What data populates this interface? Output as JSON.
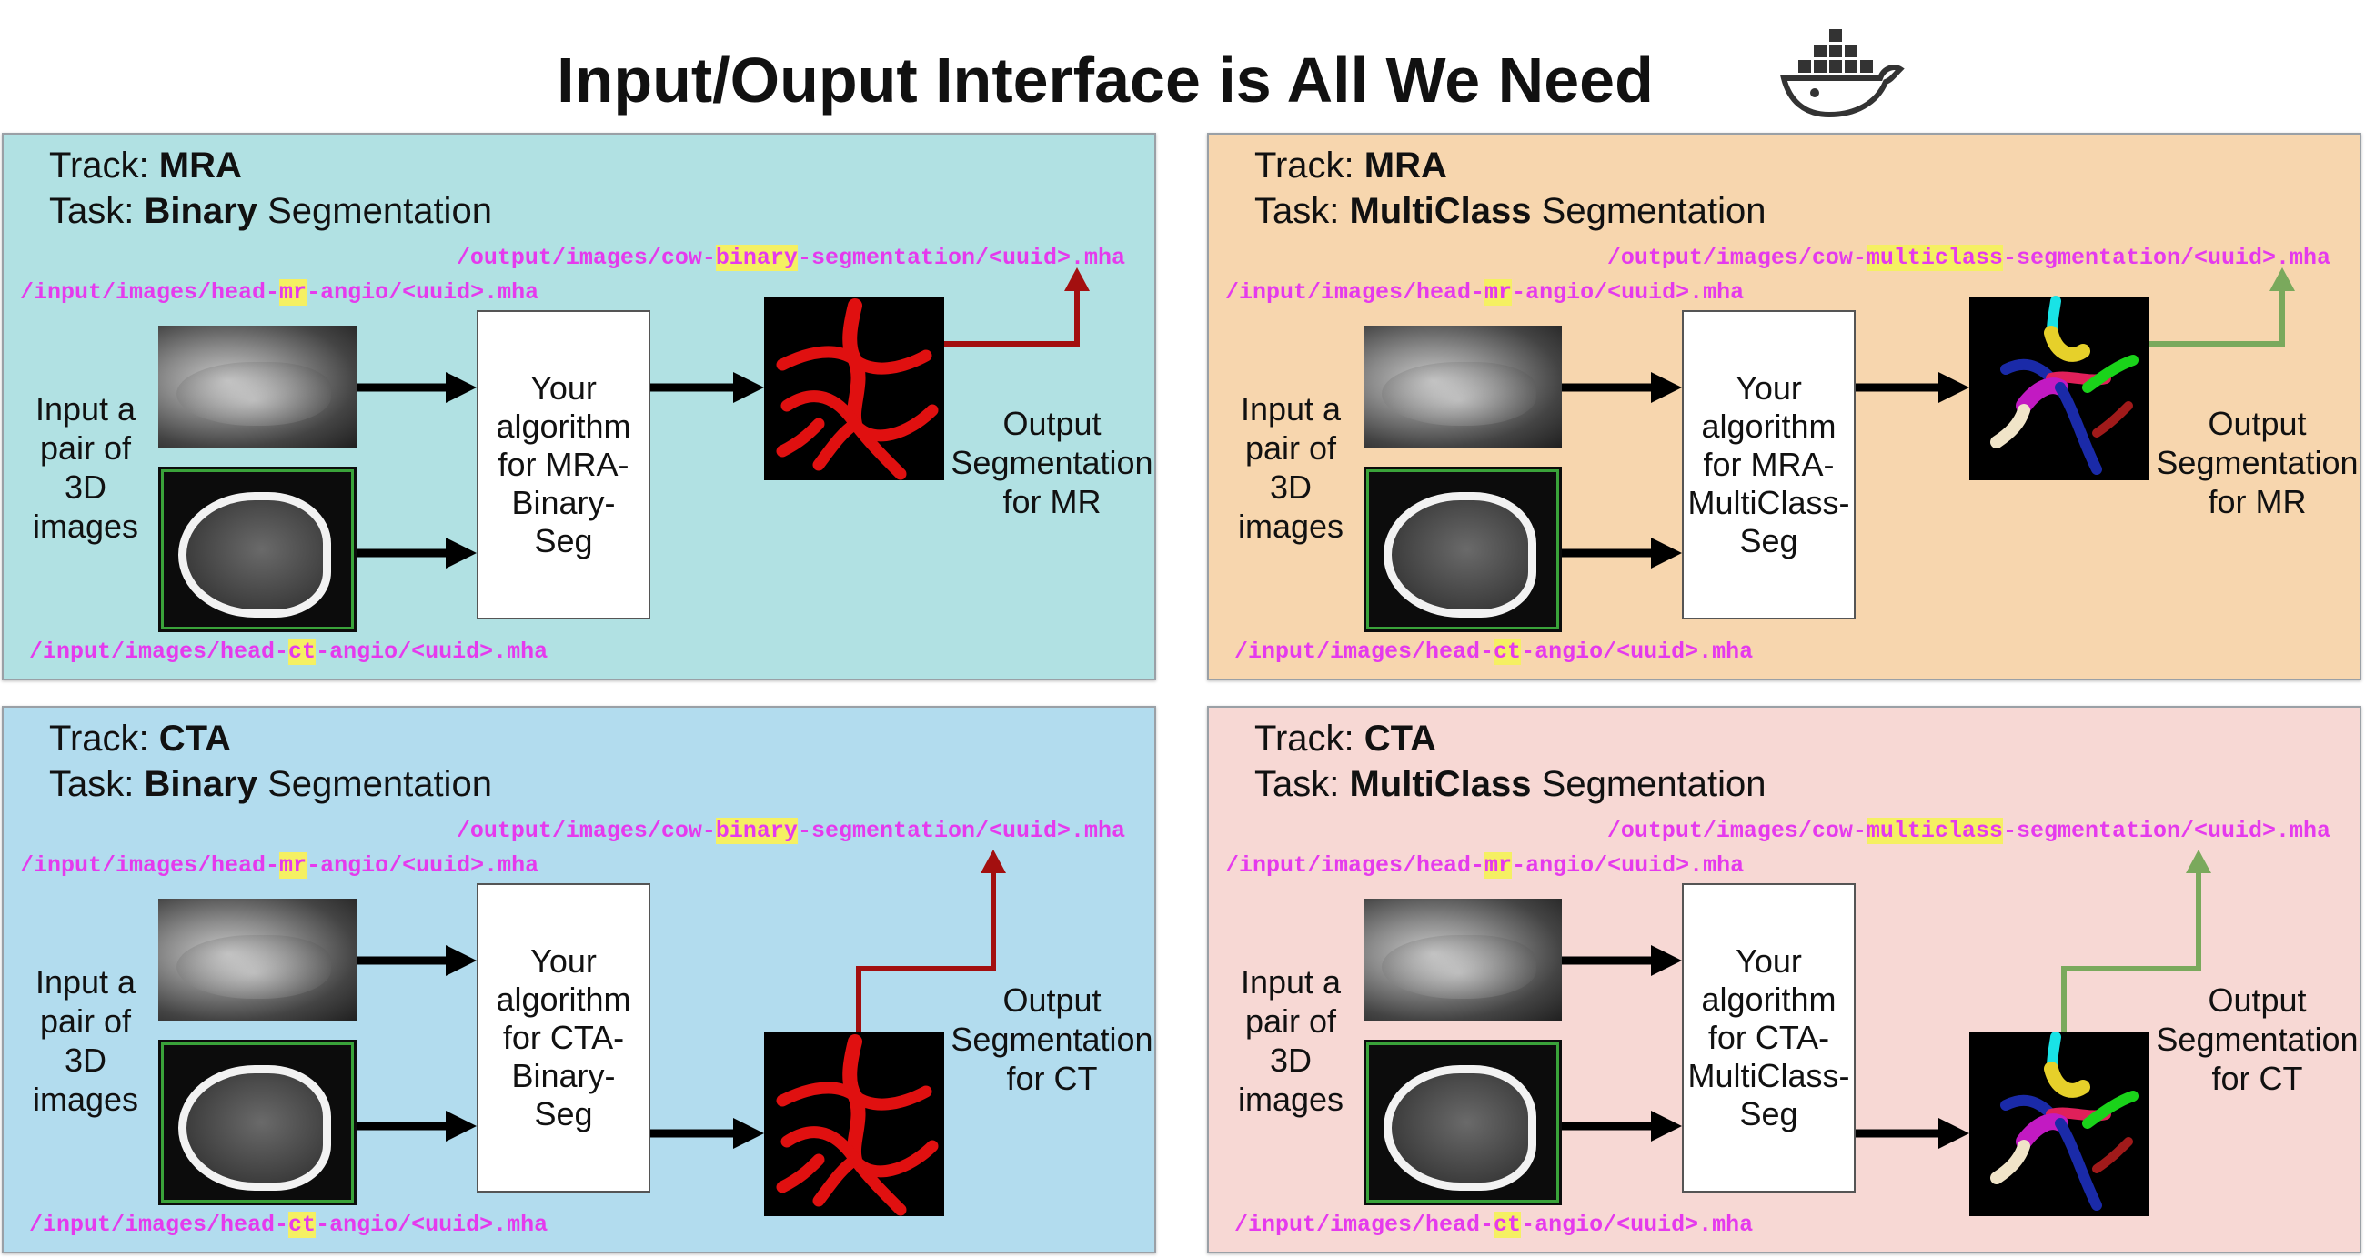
{
  "title": "Input/Ouput Interface is All We Need",
  "icons": {
    "docker": "docker-whale-icon"
  },
  "colors": {
    "path_text": "#e53aed",
    "highlight": "#f5f062",
    "binary_arrow": "#a30f0f",
    "multiclass_arrow": "#7aa95c",
    "panel_mra_binary": "#b1e1e3",
    "panel_mra_multiclass": "#f7d6ae",
    "panel_cta_binary": "#b2dcee",
    "panel_cta_multiclass": "#f7d8d4"
  },
  "common": {
    "track_prefix": "Track: ",
    "task_prefix": "Task: ",
    "task_suffix": " Segmentation",
    "input_label": "Input a pair of 3D images",
    "in_path_pre": "/input/images/head-",
    "in_path_post": "-angio/<uuid>.mha",
    "in_mr_hl": "mr",
    "in_ct_hl": "ct",
    "out_path_pre": "/output/images/cow-",
    "out_path_post": "-segmentation/<uuid>.mha"
  },
  "panels": [
    {
      "track": "MRA",
      "task": "Binary",
      "out_hl": "binary",
      "algo_label": "Your\nalgorithm\nfor MRA-\nBinary-Seg",
      "output_label": "Output\nSegmentation\nfor MR"
    },
    {
      "track": "MRA",
      "task": "MultiClass",
      "out_hl": "multiclass",
      "algo_label": "Your\nalgorithm\nfor MRA-\nMultiClass-\nSeg",
      "output_label": "Output\nSegmentation\nfor MR"
    },
    {
      "track": "CTA",
      "task": "Binary",
      "out_hl": "binary",
      "algo_label": "Your\nalgorithm\nfor CTA-\nBinary-Seg",
      "output_label": "Output\nSegmentation\nfor CT"
    },
    {
      "track": "CTA",
      "task": "MultiClass",
      "out_hl": "multiclass",
      "algo_label": "Your\nalgorithm\nfor CTA-\nMultiClass-\nSeg",
      "output_label": "Output\nSegmentation\nfor CT"
    }
  ]
}
